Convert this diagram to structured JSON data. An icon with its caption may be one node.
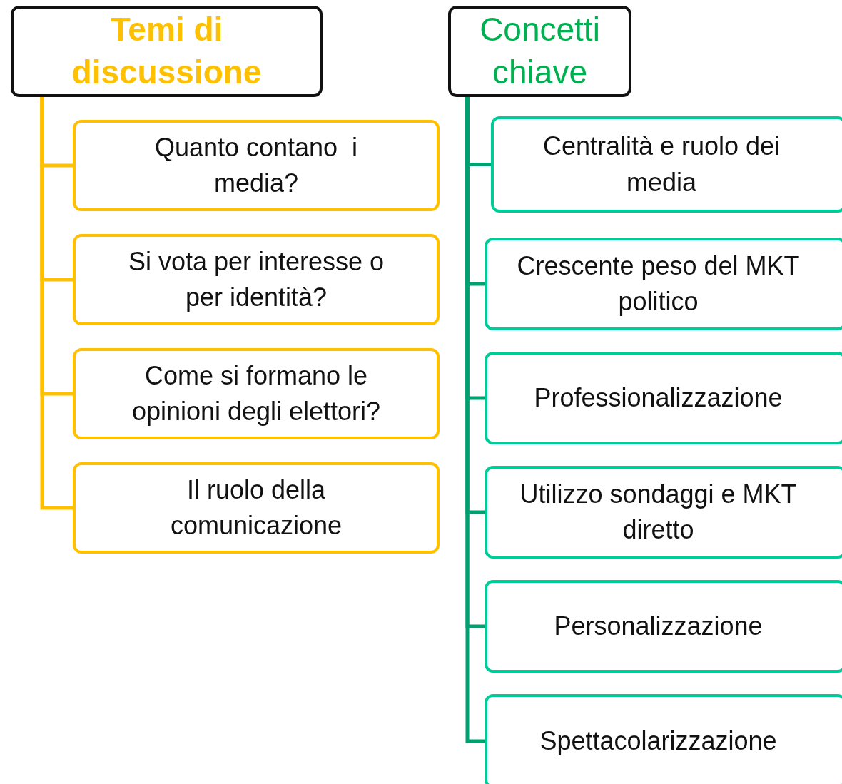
{
  "diagram": {
    "nodes": [
      {
        "text": [
          "Temi di discussione"
        ]
      },
      {
        "text": [
          "Quanto contano  i media?"
        ]
      },
      {
        "text": [
          "Si vota per interesse o per identità?"
        ]
      },
      {
        "text": [
          "Come si formano le opinioni degli elettori?"
        ]
      },
      {
        "text": [
          "Il ruolo della comunicazione"
        ]
      },
      {
        "text": [
          "Concetti chiave"
        ]
      },
      {
        "text": [
          "Centralità e ruolo dei media"
        ]
      },
      {
        "text": [
          "Crescente peso del MKT politico"
        ]
      },
      {
        "text": [
          "Professionalizzazione"
        ]
      },
      {
        "text": [
          "Utilizzo sondaggi e MKT diretto"
        ]
      },
      {
        "text": [
          "Personalizzazione"
        ]
      },
      {
        "text": [
          "Spettacolarizzazione"
        ]
      }
    ],
    "edges": [
      {
        "from": 0,
        "to": 1,
        "arrow": "none",
        "color": "#ffc000"
      },
      {
        "from": 0,
        "to": 2,
        "arrow": "none",
        "color": "#ffc000"
      },
      {
        "from": 0,
        "to": 3,
        "arrow": "none",
        "color": "#ffc000"
      },
      {
        "from": 0,
        "to": 4,
        "arrow": "none",
        "color": "#ffc000"
      },
      {
        "from": 5,
        "to": 6,
        "arrow": "none"
      },
      {
        "from": 5,
        "to": 7,
        "arrow": "none"
      },
      {
        "from": 5,
        "to": 8,
        "arrow": "none"
      },
      {
        "from": 5,
        "to": 9,
        "arrow": "none"
      },
      {
        "from": 5,
        "to": 10,
        "arrow": "none"
      },
      {
        "from": 5,
        "to": 11,
        "arrow": "none"
      }
    ]
  }
}
